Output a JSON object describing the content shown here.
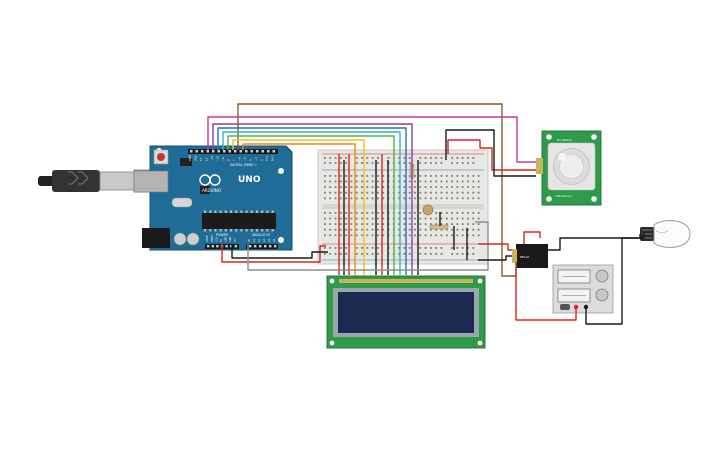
{
  "arduino": {
    "model_label": "UNO",
    "brand_label": "ARDUINO",
    "digital_header_label": "DIGITAL (PWM~)",
    "power_label": "POWER",
    "analog_label": "ANALOG IN",
    "pin_labels_digital": [
      "AREF",
      "GND",
      "13",
      "12",
      "~11",
      "~10",
      "~9",
      "8",
      "7",
      "~6",
      "~5",
      "4",
      "~3",
      "2",
      "TX 1",
      "RX 0"
    ],
    "pin_labels_power": [
      "IOREF",
      "RESET",
      "3.3V",
      "5V",
      "GND",
      "GND",
      "Vin"
    ],
    "pin_labels_analog": [
      "A0",
      "A1",
      "A2",
      "A3",
      "A4",
      "A5"
    ]
  },
  "pir_sensor": {
    "top_label": "HC-SR501",
    "bottom_label": "PIR Sensor"
  },
  "relay": {
    "label": "RELAY"
  },
  "colors": {
    "wire_red": "#d8261c",
    "wire_black": "#1a1a1a",
    "wire_brown": "#8a5a34",
    "wire_purple": "#8c3fa0",
    "wire_magenta": "#c2399b",
    "wire_blue": "#2c6fb8",
    "wire_cyan": "#31b6c9",
    "wire_green": "#4fb64a",
    "wire_yellow": "#f0c21a",
    "wire_orange": "#ef8a1e",
    "wire_gray": "#8e8e8e",
    "arduino_blue": "#1f6c96",
    "lcd_green": "#2e9a4a",
    "lcd_screen": "#1c2a50",
    "pir_board": "#2e9a4a"
  }
}
